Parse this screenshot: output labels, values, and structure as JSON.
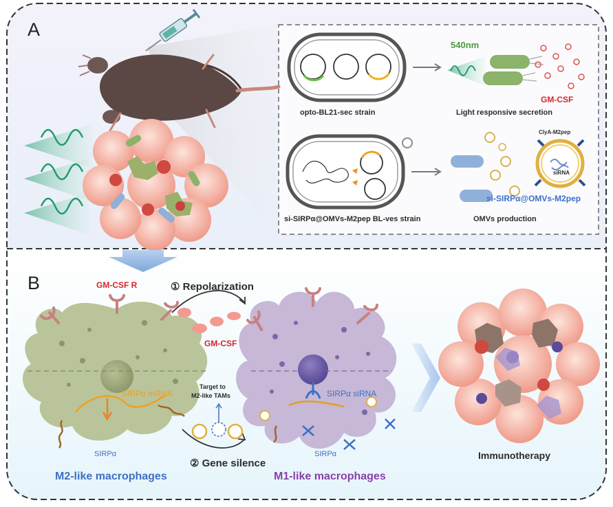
{
  "panels": {
    "a": {
      "letter": "A",
      "wavelength": "540nm",
      "gmcsf": "GM-CSF",
      "strain1": "opto-BL21-sec strain",
      "secretion": "Light responsive secretion",
      "clya": "ClyA-M2pep",
      "sirna": "siRNA",
      "omv_name": "si-SIRPα@OMVs-M2pep",
      "strain2": "si-SIRPα@OMVs-M2pep BL-ves strain",
      "omv_production": "OMVs production"
    },
    "b": {
      "letter": "B",
      "gmcsf_r": "GM-CSF R",
      "repolarization": "① Repolarization",
      "gmcsf": "GM-CSF",
      "sirpa_mrna": "SIRPα mRNA",
      "target_line1": "Target to",
      "target_line2": "M2-like TAMs",
      "sirpa_sirna": "SIRPα siRNA",
      "sirpa_left": "SIRPα",
      "sirpa_right": "SIRPα",
      "gene_silence": "② Gene silence",
      "m2": "M2-like macrophages",
      "m1": "M1-like macrophages",
      "immunotherapy": "Immunotherapy"
    }
  },
  "colors": {
    "red_text": "#d6262a",
    "blue_text": "#3e6fc4",
    "purple_text": "#8a3fa8",
    "orange_text": "#f0a020",
    "green_text": "#4d9a3e",
    "m2_cell": "#b9c49a",
    "m1_cell": "#c6b8d6",
    "bacteria_green": "#8bb36a",
    "bacteria_blue": "#8fb0d8"
  }
}
